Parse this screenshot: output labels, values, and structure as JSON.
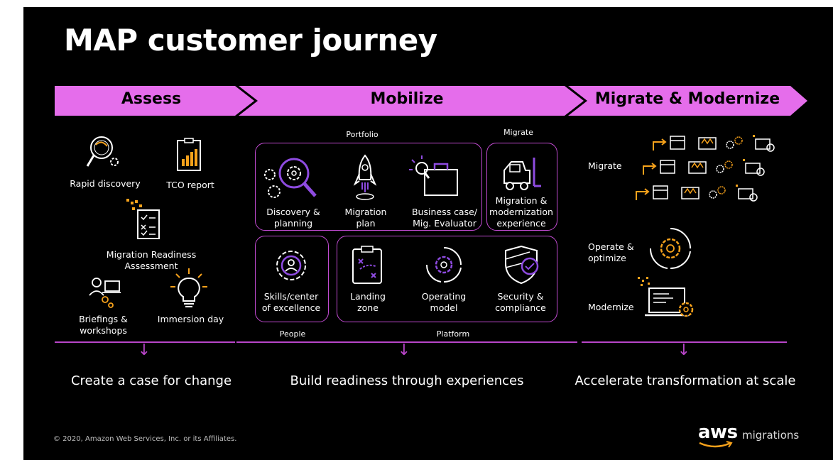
{
  "title": "MAP customer journey",
  "phases": {
    "assess": "Assess",
    "mobilize": "Mobilize",
    "migrate_modernize": "Migrate & Modernize"
  },
  "assess": {
    "rapid_discovery": "Rapid discovery",
    "tco_report": "TCO report",
    "mra_line1": "Migration Readiness",
    "mra_line2": "Assessment",
    "briefings_line1": "Briefings &",
    "briefings_line2": "workshops",
    "immersion_day": "Immersion day"
  },
  "mobilize": {
    "portfolio_heading": "Portfolio",
    "migrate_heading": "Migrate",
    "people_heading": "People",
    "platform_heading": "Platform",
    "discovery_line1": "Discovery &",
    "discovery_line2": "planning",
    "migration_plan_line1": "Migration",
    "migration_plan_line2": "plan",
    "business_case_line1": "Business case/",
    "business_case_line2": "Mig. Evaluator",
    "mig_exp_line1": "Migration &",
    "mig_exp_line2": "modernization",
    "mig_exp_line3": "experience",
    "skills_line1": "Skills/center",
    "skills_line2": "of excellence",
    "landing_line1": "Landing",
    "landing_line2": "zone",
    "operating_line1": "Operating",
    "operating_line2": "model",
    "security_line1": "Security &",
    "security_line2": "compliance"
  },
  "migrate_modernize": {
    "migrate": "Migrate",
    "operate_line1": "Operate &",
    "operate_line2": "optimize",
    "modernize": "Modernize"
  },
  "outcomes": {
    "assess": "Create a case for change",
    "mobilize": "Build readiness through experiences",
    "migrate": "Accelerate transformation at scale"
  },
  "footer": {
    "copyright": "© 2020, Amazon Web Services, Inc. or its Affiliates.",
    "logo_text": "aws",
    "logo_suffix": "migrations"
  },
  "colors": {
    "accent": "#E56DEB",
    "outline": "#C24BD2",
    "orange": "#F7A21B",
    "background": "#000000"
  }
}
